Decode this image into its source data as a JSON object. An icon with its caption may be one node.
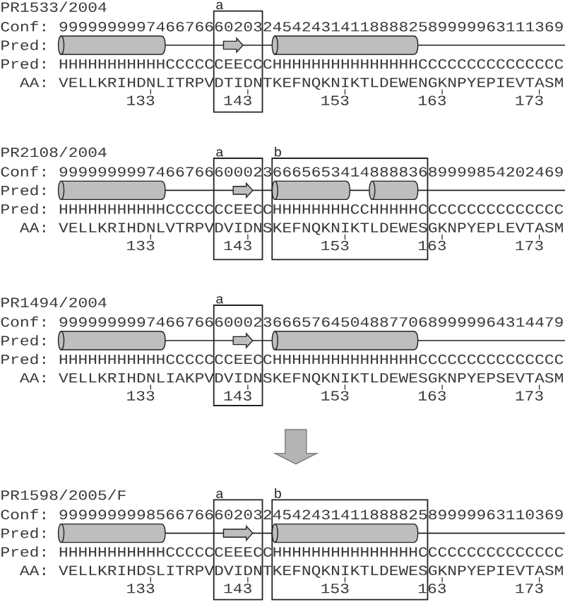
{
  "diagram": {
    "nodes": [
      {
        "text": [
          "a"
        ]
      },
      {
        "text": [
          "a"
        ]
      },
      {
        "text": [
          "b"
        ]
      },
      {
        "text": [
          "a"
        ]
      },
      {
        "text": [
          "a"
        ]
      },
      {
        "text": [
          "b"
        ]
      }
    ],
    "edges": [
      {
        "from": 3,
        "to": 5,
        "arrow": "to"
      }
    ],
    "labels": [
      "PR1533/2004",
      "Conf:",
      "9999999997466766602032454243141188882589999963111369",
      "Pred:",
      "Pred:",
      "HHHHHHHHHHHCCCCCCEECCCHHHHHHHHHHHHHHHCCCCCCCCCCCCCCC",
      "AA:",
      "VELLKRIHDNLITRPVDTIDNTKEFNQKNIKTLDEWENGKNPYEPIEVTASM",
      "133",
      "143",
      "153",
      "163",
      "173",
      "PR2108/2004",
      "Conf:",
      "9999999997466766600023666565341488883689999854202469",
      "Pred:",
      "Pred:",
      "HHHHHHHHHHHCCCCCCCEECCHHHHHHHHCCHHHHHCCCCCCCCCCCCCCC",
      "AA:",
      "VELLKRIHDNLVTRPVDVIDNSKEFNQKNIKTLDEWESGKNPYEPLEVTASM",
      "133",
      "143",
      "153",
      "163",
      "173",
      "PR1494/2004",
      "Conf:",
      "9999999997466766600023666576450488770689999964314479",
      "Pred:",
      "Pred:",
      "HHHHHHHHHHHCCCCCCCEECCHHHHHHHHHHHHHHHCCCCCCCCCCCCCCC",
      "AA:",
      "VELLKRIHDNLIAKPVDVIDNSKEFNQKNIKTLDEWESGKNPYEPSEVTASM",
      "133",
      "143",
      "153",
      "163",
      "173",
      "PR1598/2005/F",
      "Conf:",
      "9999999998566766602032454243141188882589999963110369",
      "Pred:",
      "Pred:",
      "HHHHHHHHHHHCCCCCCEEECCHHHHHHHHHHHHHHHCCCCCCCCCCCCCCC",
      "AA:",
      "VELLKRIHDSLITRPVDVIDNTKEFNQKNIKTLDEWESGKNPYEPIEVTASM",
      "133",
      "143",
      "153",
      "163",
      "173"
    ]
  }
}
